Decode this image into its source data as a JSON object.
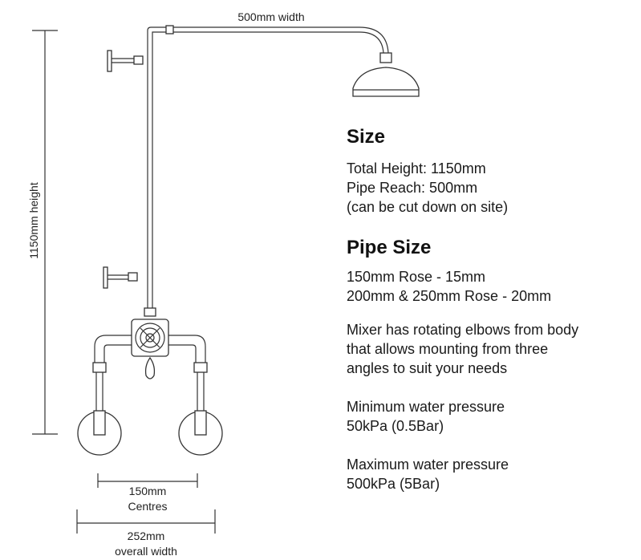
{
  "diagram": {
    "width_label": "500mm width",
    "height_label": "1150mm height",
    "centres_label_1": "150mm",
    "centres_label_2": "Centres",
    "overall_label_1": "252mm",
    "overall_label_2": "overall width"
  },
  "specs": {
    "size_heading": "Size",
    "size_lines": [
      "Total Height: 1150mm",
      "Pipe Reach: 500mm",
      "(can be cut down on site)"
    ],
    "pipe_heading": "Pipe Size",
    "pipe_lines": [
      "150mm Rose - 15mm",
      "200mm & 250mm Rose - 20mm"
    ],
    "mixer_lines": [
      "Mixer has rotating elbows from body",
      "that allows mounting from three",
      "angles to suit your needs"
    ],
    "min_lines": [
      "Minimum water pressure",
      "50kPa (0.5Bar)"
    ],
    "max_lines": [
      "Maximum water pressure",
      "500kPa (5Bar)"
    ]
  }
}
